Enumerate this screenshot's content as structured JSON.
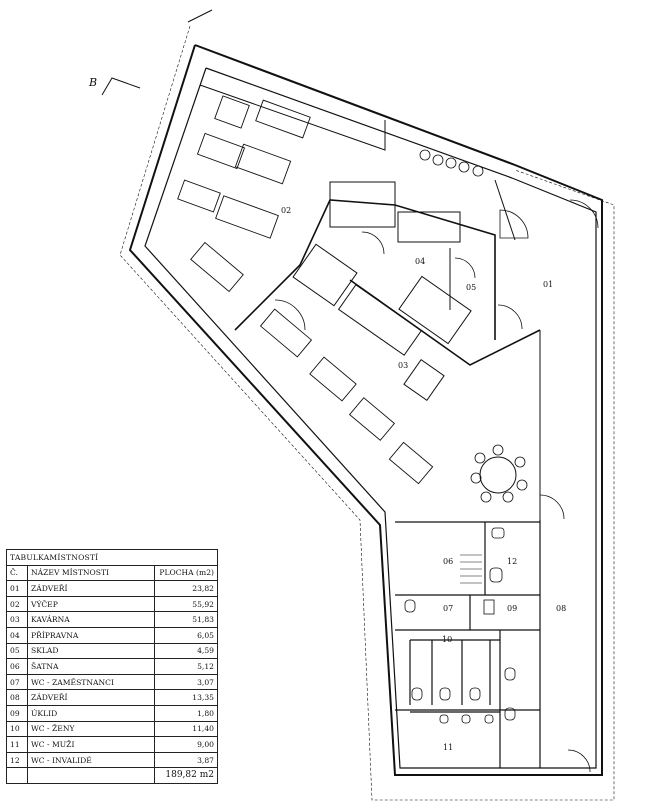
{
  "section_marker": "B",
  "rooms": [
    {
      "no": "01"
    },
    {
      "no": "02"
    },
    {
      "no": "03"
    },
    {
      "no": "04"
    },
    {
      "no": "05"
    },
    {
      "no": "06"
    },
    {
      "no": "07"
    },
    {
      "no": "08"
    },
    {
      "no": "09"
    },
    {
      "no": "10"
    },
    {
      "no": "11"
    },
    {
      "no": "12"
    }
  ],
  "table": {
    "caption": "TABULKAMÍSTNOSTÍ",
    "headers": {
      "no": "Č.",
      "name": "NÁZEV MÍSTNOSTI",
      "area": "PLOCHA (m2)"
    },
    "rows": [
      {
        "no": "01",
        "name": "ZÁDVEŘÍ",
        "area": "23,82"
      },
      {
        "no": "02",
        "name": "VÝČEP",
        "area": "55,92"
      },
      {
        "no": "03",
        "name": "KAVÁRNA",
        "area": "51,83"
      },
      {
        "no": "04",
        "name": "PŘÍPRAVNA",
        "area": "6,05"
      },
      {
        "no": "05",
        "name": "SKLAD",
        "area": "4,59"
      },
      {
        "no": "06",
        "name": "ŠATNA",
        "area": "5,12"
      },
      {
        "no": "07",
        "name": "WC - ZAMĚSTNANCI",
        "area": "3,07"
      },
      {
        "no": "08",
        "name": "ZÁDVEŘÍ",
        "area": "13,35"
      },
      {
        "no": "09",
        "name": "ÚKLID",
        "area": "1,80"
      },
      {
        "no": "10",
        "name": "WC - ŽENY",
        "area": "11,40"
      },
      {
        "no": "11",
        "name": "WC - MUŽI",
        "area": "9,00"
      },
      {
        "no": "12",
        "name": "WC - INVALIDÉ",
        "area": "3,87"
      }
    ],
    "total": "189,82 m2"
  }
}
